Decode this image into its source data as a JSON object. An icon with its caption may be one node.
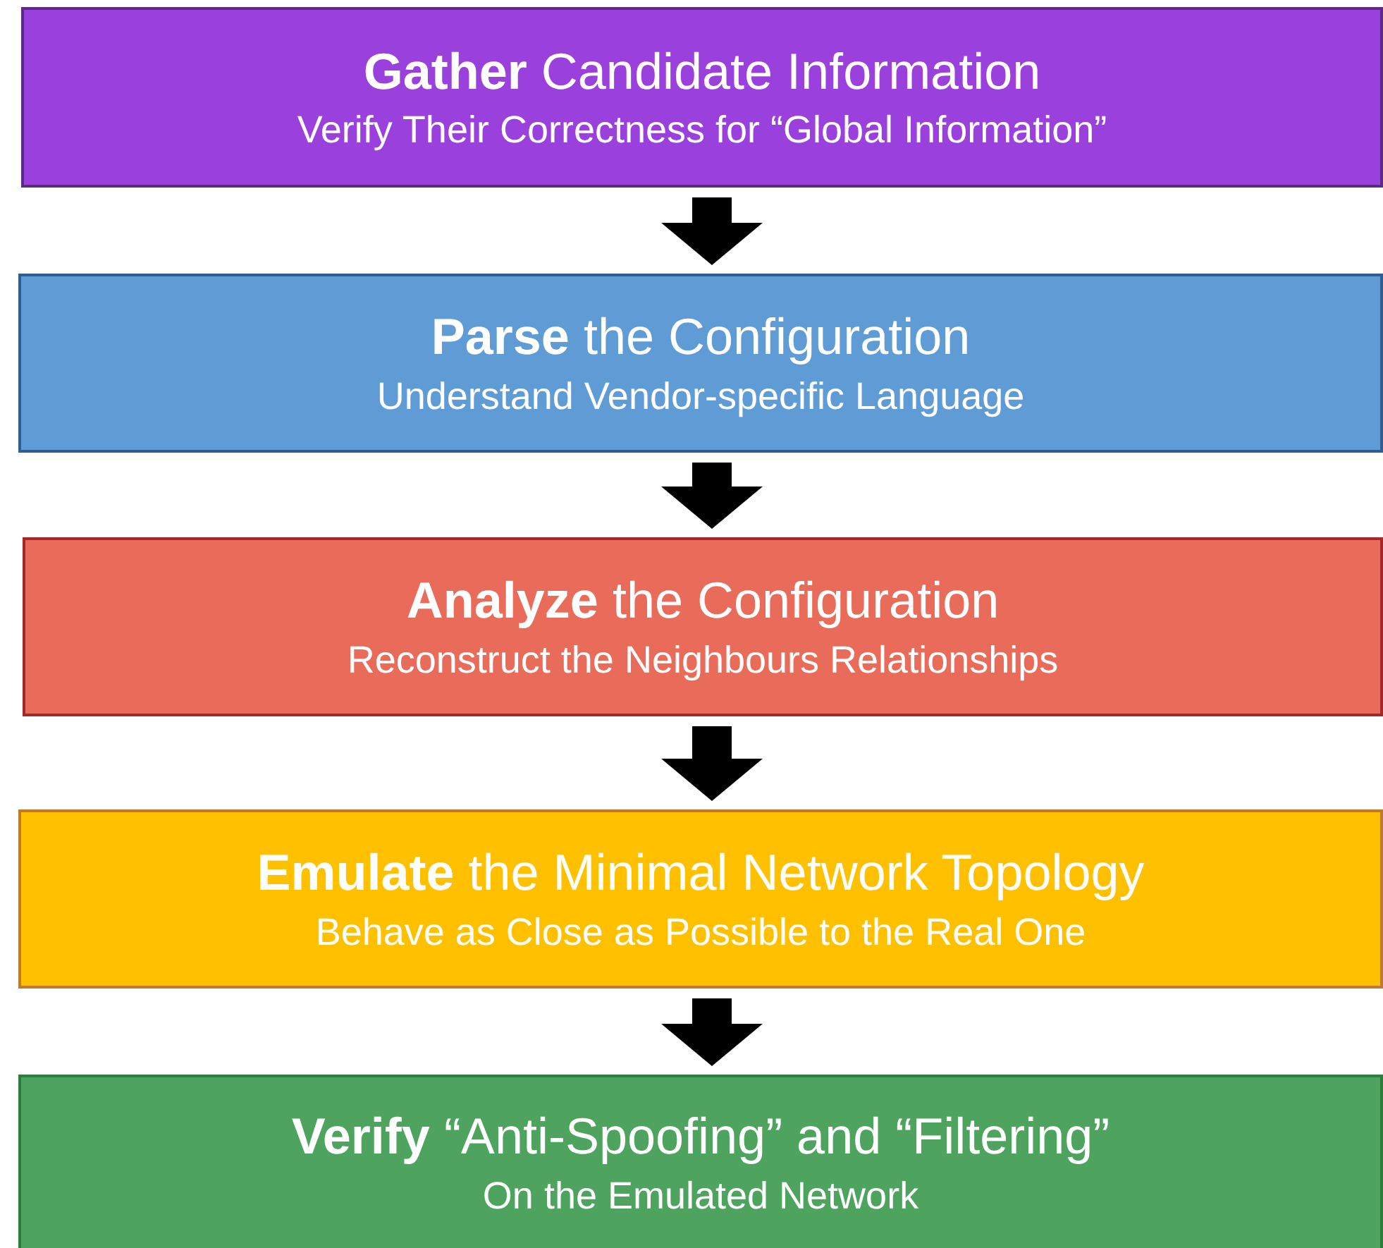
{
  "diagram": {
    "nodes": [
      {
        "text": [
          "**Gather** Candidate Information",
          "Verify Their Correctness for “Global Information”"
        ]
      },
      {
        "text": [
          "**Parse** the Configuration",
          "Understand Vendor-specific Language"
        ]
      },
      {
        "text": [
          "**Analyze** the Configuration",
          "Reconstruct the Neighbours Relationships"
        ]
      },
      {
        "text": [
          "**Emulate** the Minimal Network Topology",
          "Behave as Close as Possible to the Real One"
        ]
      },
      {
        "text": [
          "**Verify** “Anti-Spoofing” and “Filtering”",
          "On the Emulated Network"
        ]
      }
    ],
    "edges": [
      {
        "from": 0,
        "to": 1,
        "arrow": "to"
      },
      {
        "from": 1,
        "to": 2,
        "arrow": "to"
      },
      {
        "from": 2,
        "to": 3,
        "arrow": "to"
      },
      {
        "from": 3,
        "to": 4,
        "arrow": "to"
      }
    ]
  }
}
